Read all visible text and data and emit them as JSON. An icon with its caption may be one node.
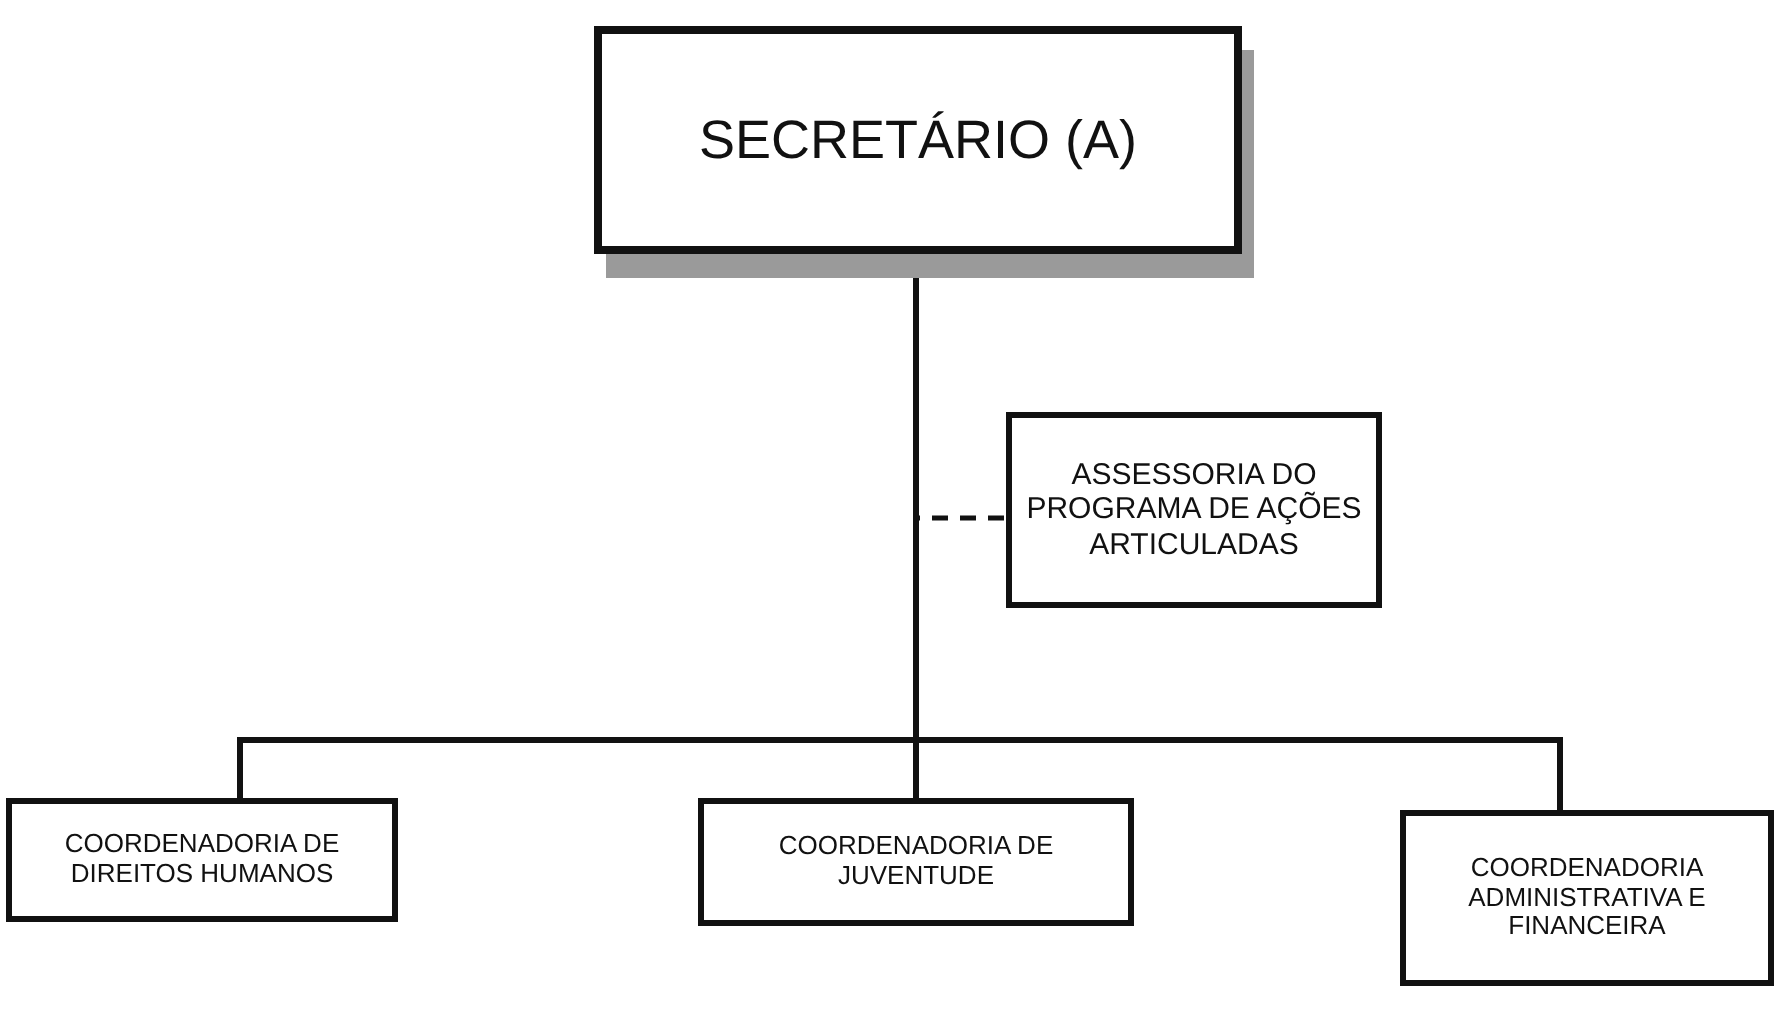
{
  "diagram": {
    "nodes": [
      {
        "text": [
          "SECRETÁRIO (A)"
        ]
      },
      {
        "text": [
          "ASSESSORIA DO PROGRAMA DE AÇÕES ARTICULADAS"
        ]
      },
      {
        "text": [
          "COORDENADORIA DE DIREITOS HUMANOS"
        ]
      },
      {
        "text": [
          "COORDENADORIA DE JUVENTUDE"
        ]
      },
      {
        "text": [
          "COORDENADORIA ADMINISTRATIVA E FINANCEIRA"
        ]
      }
    ],
    "edges": [
      {
        "from": 0,
        "to": 1,
        "arrow": "none",
        "style": "dashed"
      },
      {
        "from": 0,
        "to": 2,
        "arrow": "none"
      },
      {
        "from": 0,
        "to": 3,
        "arrow": "none"
      },
      {
        "from": 0,
        "to": 4,
        "arrow": "none"
      }
    ]
  }
}
